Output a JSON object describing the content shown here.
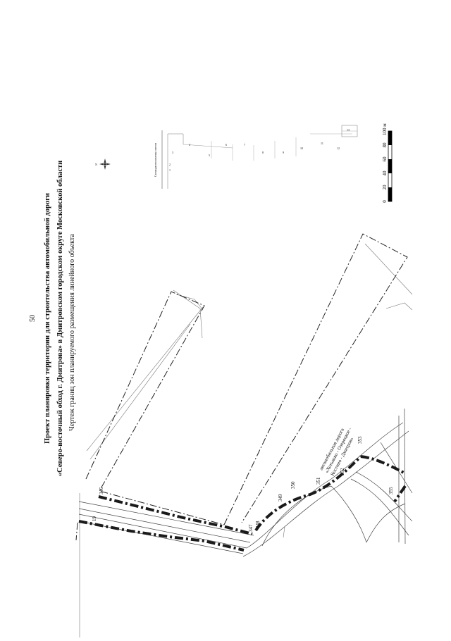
{
  "page_number": "50",
  "title": {
    "line1": "Проект планировки территории для строительства автомобильной дороги",
    "line2": "«Северо-восточный обход г. Дмитрова» в Дмитровском городском округе Московской области",
    "line3": "Чертеж границ зон планируемого размещения линейного объекта"
  },
  "road_label": [
    "автомобильная дорога",
    "«Хотьково - Озерецкое -",
    "Костино - Дмитров»"
  ],
  "boundary_points": [
    "19",
    "346",
    "347",
    "348",
    "349",
    "350",
    "351",
    "352",
    "353",
    "355"
  ],
  "scale_bar": {
    "ticks": [
      "0",
      "20",
      "40",
      "60",
      "80",
      "100 м"
    ]
  },
  "inset": {
    "title": "Схема расположения листов",
    "sheet_numbers": [
      "1",
      "2",
      "3",
      "4",
      "5",
      "6",
      "7",
      "8",
      "9",
      "10",
      "11",
      "12",
      "13"
    ]
  },
  "compass_labels": [
    "N"
  ]
}
